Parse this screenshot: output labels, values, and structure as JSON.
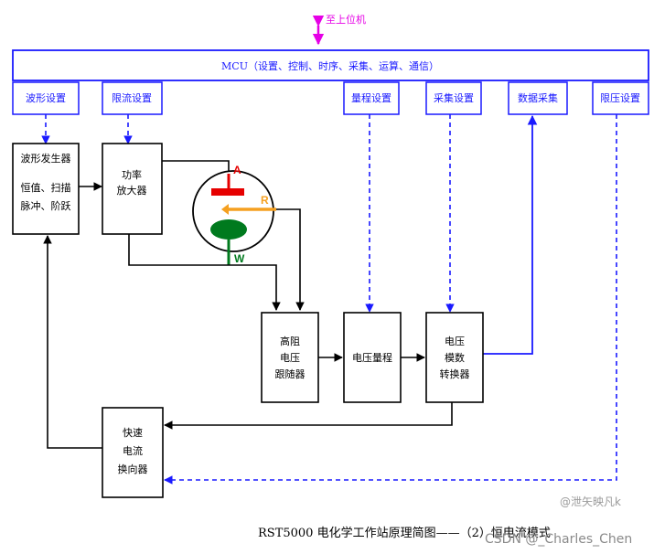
{
  "host_label": "至上位机",
  "mcu_label": "MCU（设置、控制、时序、采集、运算、通信）",
  "mcu_modules": {
    "waveform_setting": "波形设置",
    "current_limit_setting": "限流设置",
    "range_setting": "量程设置",
    "sampling_setting": "采集设置",
    "data_acquisition": "数据采集",
    "voltage_limit_setting": "限压设置"
  },
  "waveform_generator": {
    "title": "波形发生器",
    "line1": "恒值、扫描",
    "line2": "脉冲、阶跃"
  },
  "power_amplifier": {
    "line1": "功率",
    "line2": "放大器"
  },
  "cell": {
    "electrode_a": "A",
    "electrode_r": "R",
    "electrode_w": "W"
  },
  "follower": {
    "line1": "高阻",
    "line2": "电压",
    "line3": "跟随器"
  },
  "voltage_range": "电压量程",
  "adc": {
    "line1": "电压",
    "line2": "模数",
    "line3": "转换器"
  },
  "switcher": {
    "line1": "快速",
    "line2": "电流",
    "line3": "换向器"
  },
  "caption": "RST5000 电化学工作站原理简图——（2）恒电流模式",
  "watermark_small": "@泄矢映凡k",
  "watermark_large": "CSDN @_Charles_Chen",
  "colors": {
    "blue": "#1a1aff",
    "magenta": "#e600e6",
    "red": "#e60000",
    "orange": "#f5a020",
    "green": "#007a1e"
  }
}
